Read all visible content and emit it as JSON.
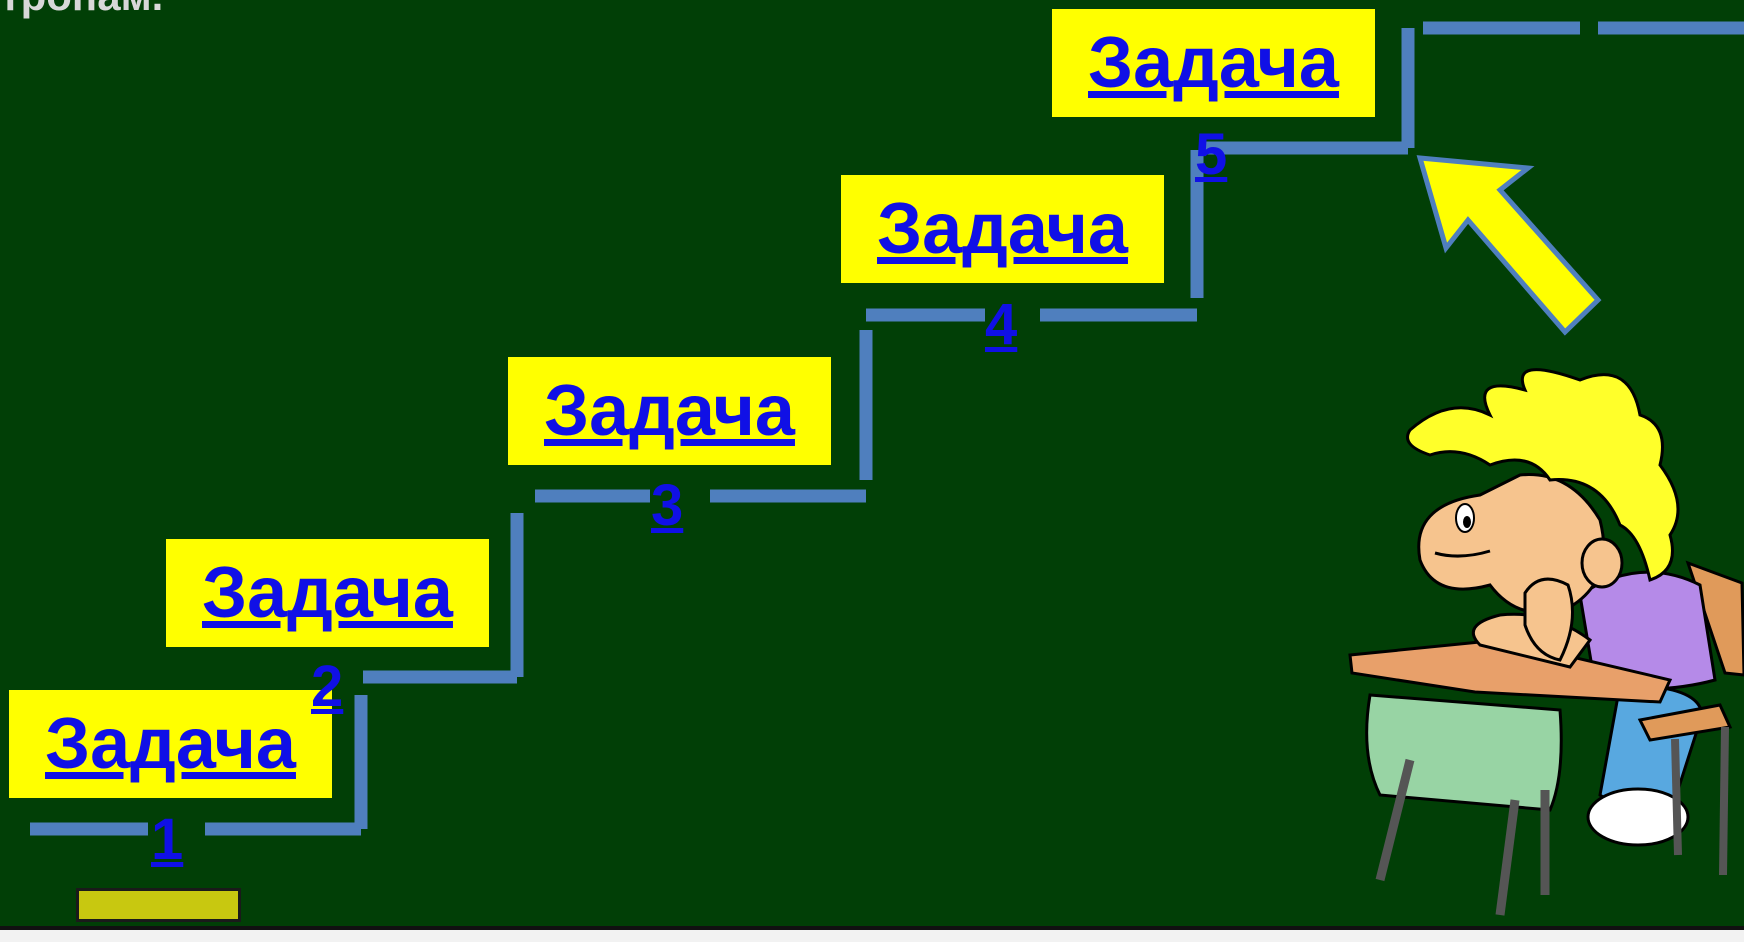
{
  "header": {
    "title_fragment": "тропам."
  },
  "tasks": [
    {
      "label": "Задача",
      "number": "1"
    },
    {
      "label": "Задача",
      "number": "2"
    },
    {
      "label": "Задача",
      "number": "3"
    },
    {
      "label": "Задача",
      "number": "4"
    },
    {
      "label": "Задача",
      "number": "5"
    }
  ],
  "colors": {
    "board": "#013f06",
    "label_bg": "#ffff00",
    "link": "#1010e6",
    "stairs": "#4f7fbe",
    "arrow": "#ffff00"
  },
  "icons": [
    "up-arrow-icon",
    "thinking-boy-at-desk-icon",
    "chalk-tray-icon"
  ]
}
